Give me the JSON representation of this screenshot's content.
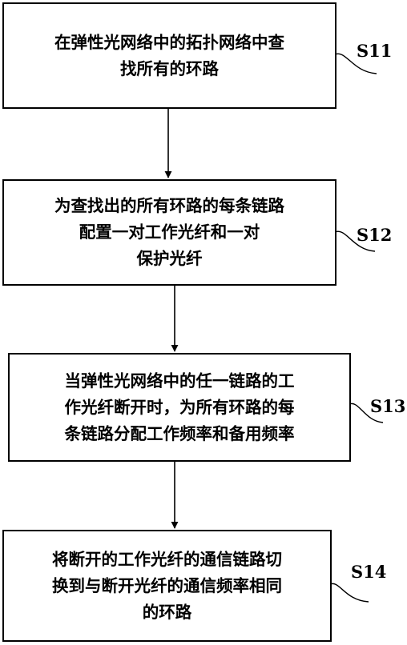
{
  "steps": [
    {
      "id": "S11",
      "lines": [
        "在弹性光网络中的拓扑网络中查",
        "找所有的环路"
      ]
    },
    {
      "id": "S12",
      "lines": [
        "为查找出的所有环路的每条链路",
        "配置一对工作光纤和一对",
        "保护光纤"
      ]
    },
    {
      "id": "S13",
      "lines": [
        "当弹性光网络中的任一链路的工",
        "作光纤断开时，为所有环路的每",
        "条链路分配工作频率和备用频率"
      ]
    },
    {
      "id": "S14",
      "lines": [
        "将断开的工作光纤的通信链路切",
        "换到与断开光纤的通信频率相同",
        "的环路"
      ]
    }
  ]
}
